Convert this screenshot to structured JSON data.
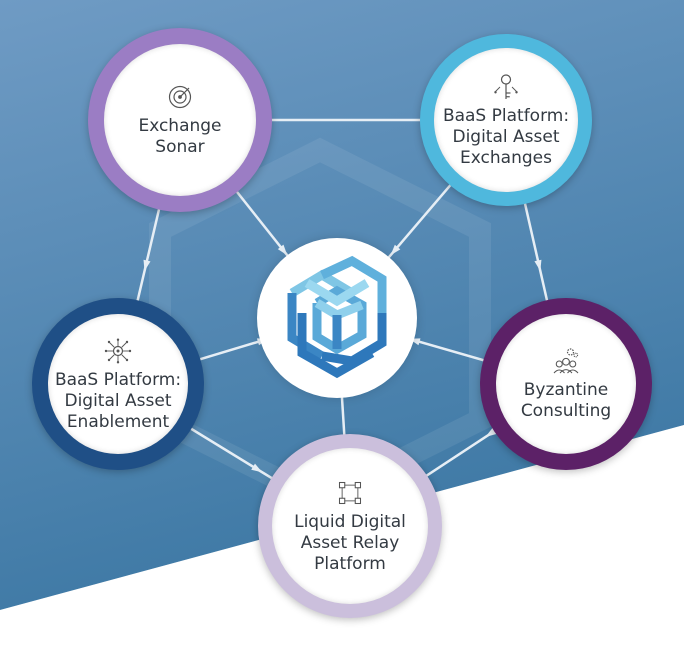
{
  "diagram": {
    "hub": {
      "icon": "interlocking-cube-logo"
    },
    "nodes": [
      {
        "id": "exchange-sonar",
        "label": "Exchange\nSonar",
        "icon": "radar-icon",
        "ring_color": "#9b7dc4"
      },
      {
        "id": "baas-exchanges",
        "label": "BaaS Platform:\nDigital Asset\nExchanges",
        "icon": "key-circuit-icon",
        "ring_color": "#4fb8dd"
      },
      {
        "id": "byzantine-consulting",
        "label": "Byzantine\nConsulting",
        "icon": "team-gears-icon",
        "ring_color": "#5c2167"
      },
      {
        "id": "liquid-relay",
        "label": "Liquid Digital\nAsset Relay\nPlatform",
        "icon": "relay-nodes-icon",
        "ring_color": "#cbbfdc"
      },
      {
        "id": "baas-enablement",
        "label": "BaaS Platform:\nDigital Asset\nEnablement",
        "icon": "chip-circuit-icon",
        "ring_color": "#1f4f86"
      }
    ],
    "colors": {
      "background_top": "#6c98c1",
      "background_bottom": "#3f7aa6",
      "connector": "#e6eef5",
      "hub_logo_light": "#7fc6e5",
      "hub_logo_dark": "#3b86c4",
      "label_text": "#333a42"
    }
  }
}
